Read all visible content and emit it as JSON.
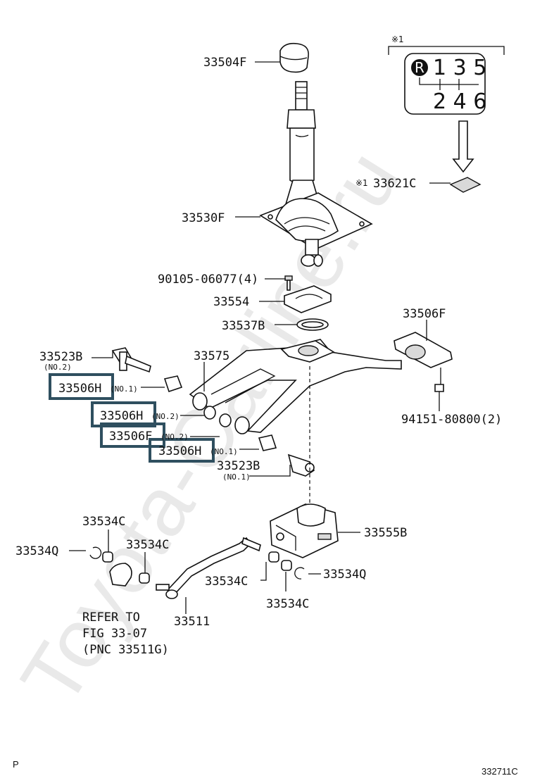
{
  "watermark": "Toyota-Carline.ru",
  "footer": {
    "left": "P",
    "right": "332711C"
  },
  "shift_pattern": {
    "note_mark": "※1",
    "reverse": "R",
    "top_row": "1 3 5",
    "bottom_row": "2 4 6"
  },
  "labels": {
    "p33504F": "33504F",
    "p33621C": "33621C",
    "p33621C_mark": "※1",
    "p33530F": "33530F",
    "p90105": "90105-06077(4)",
    "p33554": "33554",
    "p33537B": "33537B",
    "p33506F": "33506F",
    "p33523B_top": "33523B",
    "p33523B_top_sub": "(NO.2)",
    "p33575": "33575",
    "p94151": "94151-80800(2)",
    "h1": "33506H",
    "h1_sub": "(NO.1)",
    "h2": "33506H",
    "h2_sub": "(NO.2)",
    "h3": "33506F",
    "h3_sub": "(NO.2)",
    "h4": "33506H",
    "h4_sub": "(NO.1)",
    "p33523B_bot": "33523B",
    "p33523B_bot_sub": "(NO.1)",
    "p33555B": "33555B",
    "p33534C_a": "33534C",
    "p33534Q_left": "33534Q",
    "p33534C_b": "33534C",
    "p33534C_c": "33534C",
    "p33534Q_right": "33534Q",
    "p33534C_d": "33534C",
    "p33511": "33511",
    "refer_1": "REFER TO",
    "refer_2": "FIG 33-07",
    "refer_3": "(PNC 33511G)"
  }
}
